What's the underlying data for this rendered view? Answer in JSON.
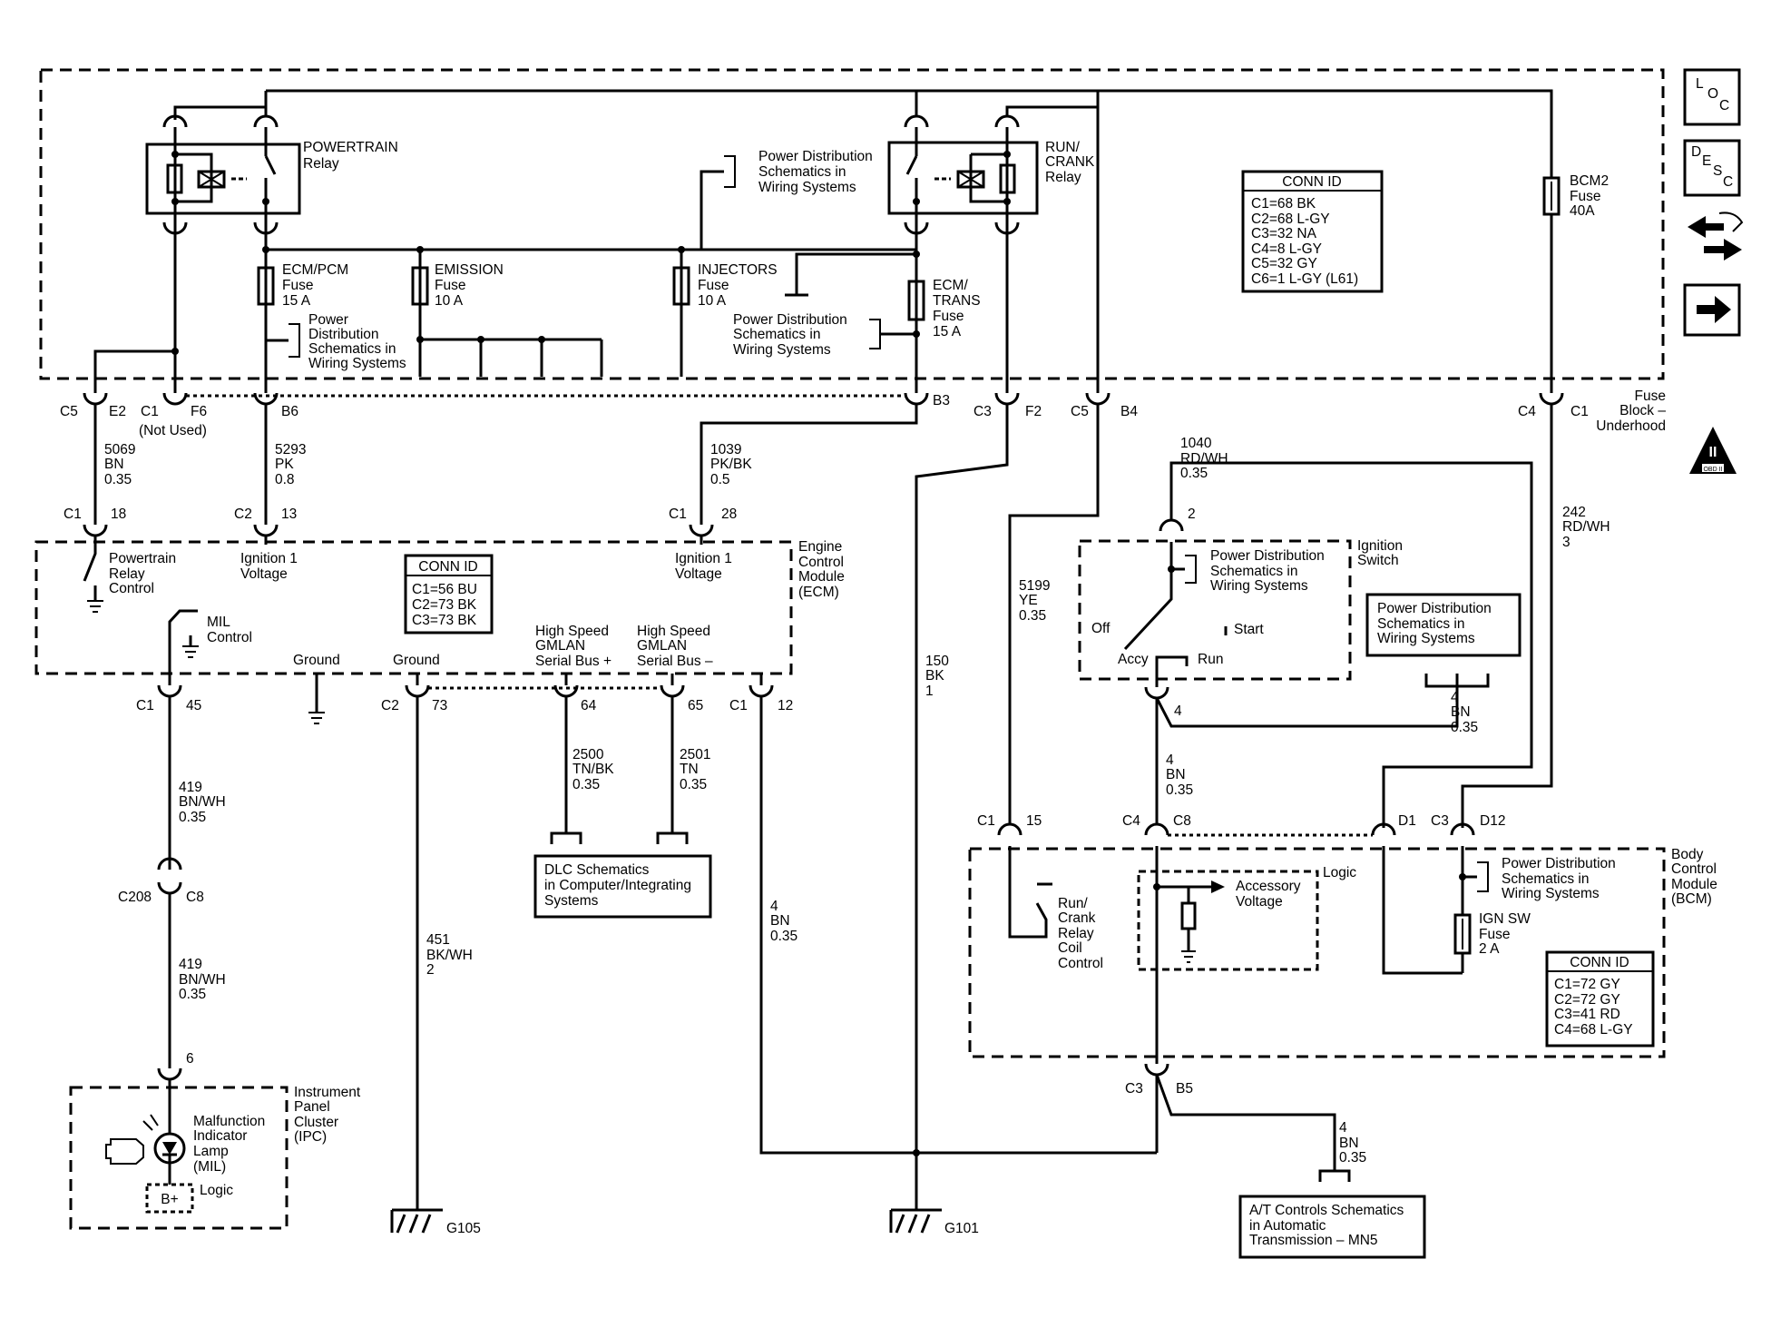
{
  "nav": {
    "loc": [
      "L",
      "O",
      "C"
    ],
    "desc": [
      "D",
      "E",
      "S",
      "C"
    ],
    "obd": {
      "numeral": "II",
      "label": "OBD II"
    }
  },
  "fuse_block": {
    "name": [
      "Fuse",
      "Block –",
      "Underhood"
    ],
    "powertrain_relay": [
      "POWERTRAIN",
      "Relay"
    ],
    "run_crank_relay": [
      "RUN/",
      "CRANK",
      "Relay"
    ],
    "power_dist_top": [
      "Power Distribution",
      "Schematics in",
      "Wiring Systems"
    ],
    "power_dist_left": [
      "Power",
      "Distribution",
      "Schematics in",
      "Wiring Systems"
    ],
    "power_dist_mid": [
      "Power Distribution",
      "Schematics in",
      "Wiring Systems"
    ],
    "fuses": {
      "ecm_pcm": [
        "ECM/PCM",
        "Fuse",
        "15 A"
      ],
      "emission": [
        "EMISSION",
        "Fuse",
        "10 A"
      ],
      "injectors": [
        "INJECTORS",
        "Fuse",
        "10 A"
      ],
      "ecm_trans": [
        "ECM/",
        "TRANS",
        "Fuse",
        "15 A"
      ],
      "bcm2": [
        "BCM2",
        "Fuse",
        "40A"
      ]
    },
    "conn_id": {
      "title": "CONN ID",
      "rows": [
        "C1=68 BK",
        "C2=68 L-GY",
        "C3=32 NA",
        "C4=8 L-GY",
        "C5=32 GY",
        "C6=1 L-GY (L61)"
      ]
    },
    "pins": {
      "c5": "C5",
      "e2": "E2",
      "c1": "C1",
      "f6": "F6",
      "not_used": "(Not Used)",
      "b6": "B6",
      "b3": "B3",
      "c3": "C3",
      "f2": "F2",
      "c5b": "C5",
      "b4": "B4",
      "c4": "C4",
      "c1b": "C1"
    }
  },
  "wires": {
    "w5069": [
      "5069",
      "BN",
      "0.35"
    ],
    "w5293": [
      "5293",
      "PK",
      "0.8"
    ],
    "w1039": [
      "1039",
      "PK/BK",
      "0.5"
    ],
    "w1040": [
      "1040",
      "RD/WH",
      "0.35"
    ],
    "w242": [
      "242",
      "RD/WH",
      "3"
    ],
    "w5199": [
      "5199",
      "YE",
      "0.35"
    ],
    "w150": [
      "150",
      "BK",
      "1"
    ],
    "w4a": [
      "4",
      "BN",
      "0.35"
    ],
    "w4b": [
      "4",
      "BN",
      "0.35"
    ],
    "w4c": [
      "4",
      "BN",
      "0.35"
    ],
    "w4d": [
      "4",
      "BN",
      "0.35"
    ],
    "w419a": [
      "419",
      "BN/WH",
      "0.35"
    ],
    "w419b": [
      "419",
      "BN/WH",
      "0.35"
    ],
    "w451": [
      "451",
      "BK/WH",
      "2"
    ],
    "w2500": [
      "2500",
      "TN/BK",
      "0.35"
    ],
    "w2501": [
      "2501",
      "TN",
      "0.35"
    ]
  },
  "ecm": {
    "name": [
      "Engine",
      "Control",
      "Module",
      "(ECM)"
    ],
    "powertrain_relay_control": [
      "Powertrain",
      "Relay",
      "Control"
    ],
    "ign1_left": [
      "Ignition 1",
      "Voltage"
    ],
    "ign1_right": [
      "Ignition 1",
      "Voltage"
    ],
    "mil_control": [
      "MIL",
      "Control"
    ],
    "ground1": "Ground",
    "ground2": "Ground",
    "gmlan_plus": [
      "High Speed",
      "GMLAN",
      "Serial Bus +"
    ],
    "gmlan_minus": [
      "High Speed",
      "GMLAN",
      "Serial Bus –"
    ],
    "conn_id": {
      "title": "CONN ID",
      "rows": [
        "C1=56 BU",
        "C2=73 BK",
        "C3=73 BK"
      ]
    },
    "pins": {
      "c1_18": [
        "C1",
        "18"
      ],
      "c2_13": [
        "C2",
        "13"
      ],
      "c1_28": [
        "C1",
        "28"
      ],
      "c1_45": [
        "C1",
        "45"
      ],
      "c2_73": [
        "C2",
        "73"
      ],
      "p64": "64",
      "p65": "65",
      "c1_12": [
        "C1",
        "12"
      ]
    }
  },
  "dlc": [
    "DLC Schematics",
    "in Computer/Integrating",
    "Systems"
  ],
  "c208": [
    "C208",
    "C8"
  ],
  "ipc": {
    "name": [
      "Instrument",
      "Panel",
      "Cluster",
      "(IPC)"
    ],
    "mil": [
      "Malfunction",
      "Indicator",
      "Lamp",
      "(MIL)"
    ],
    "logic": "Logic",
    "bplus": "B+",
    "pin6": "6"
  },
  "grounds": {
    "g105": "G105",
    "g101": "G101"
  },
  "ignition_switch": {
    "name": [
      "Ignition",
      "Switch"
    ],
    "power_dist": [
      "Power Distribution",
      "Schematics in",
      "Wiring Systems"
    ],
    "off": "Off",
    "start": "Start",
    "accy": "Accy",
    "run": "Run",
    "pin2": "2",
    "pin4": "4"
  },
  "power_dist_box": [
    "Power Distribution",
    "Schematics in",
    "Wiring Systems"
  ],
  "bcm": {
    "name": [
      "Body",
      "Control",
      "Module",
      "(BCM)"
    ],
    "run_crank_coil": [
      "Run/",
      "Crank",
      "Relay",
      "Coil",
      "Control"
    ],
    "accessory_voltage": [
      "Accessory",
      "Voltage"
    ],
    "logic": "Logic",
    "power_dist": [
      "Power Distribution",
      "Schematics in",
      "Wiring Systems"
    ],
    "ign_sw_fuse": [
      "IGN SW",
      "Fuse",
      "2 A"
    ],
    "conn_id": {
      "title": "CONN ID",
      "rows": [
        "C1=72 GY",
        "C2=72 GY",
        "C3=41 RD",
        "C4=68 L-GY"
      ]
    },
    "pins": {
      "c1_15": [
        "C1",
        "15"
      ],
      "c4": "C4",
      "c8": "C8",
      "d1": "D1",
      "c3": "C3",
      "d12": "D12",
      "c3_b5": [
        "C3",
        "B5"
      ]
    }
  },
  "at_controls": [
    "A/T Controls Schematics",
    "in Automatic",
    "Transmission – MN5"
  ]
}
